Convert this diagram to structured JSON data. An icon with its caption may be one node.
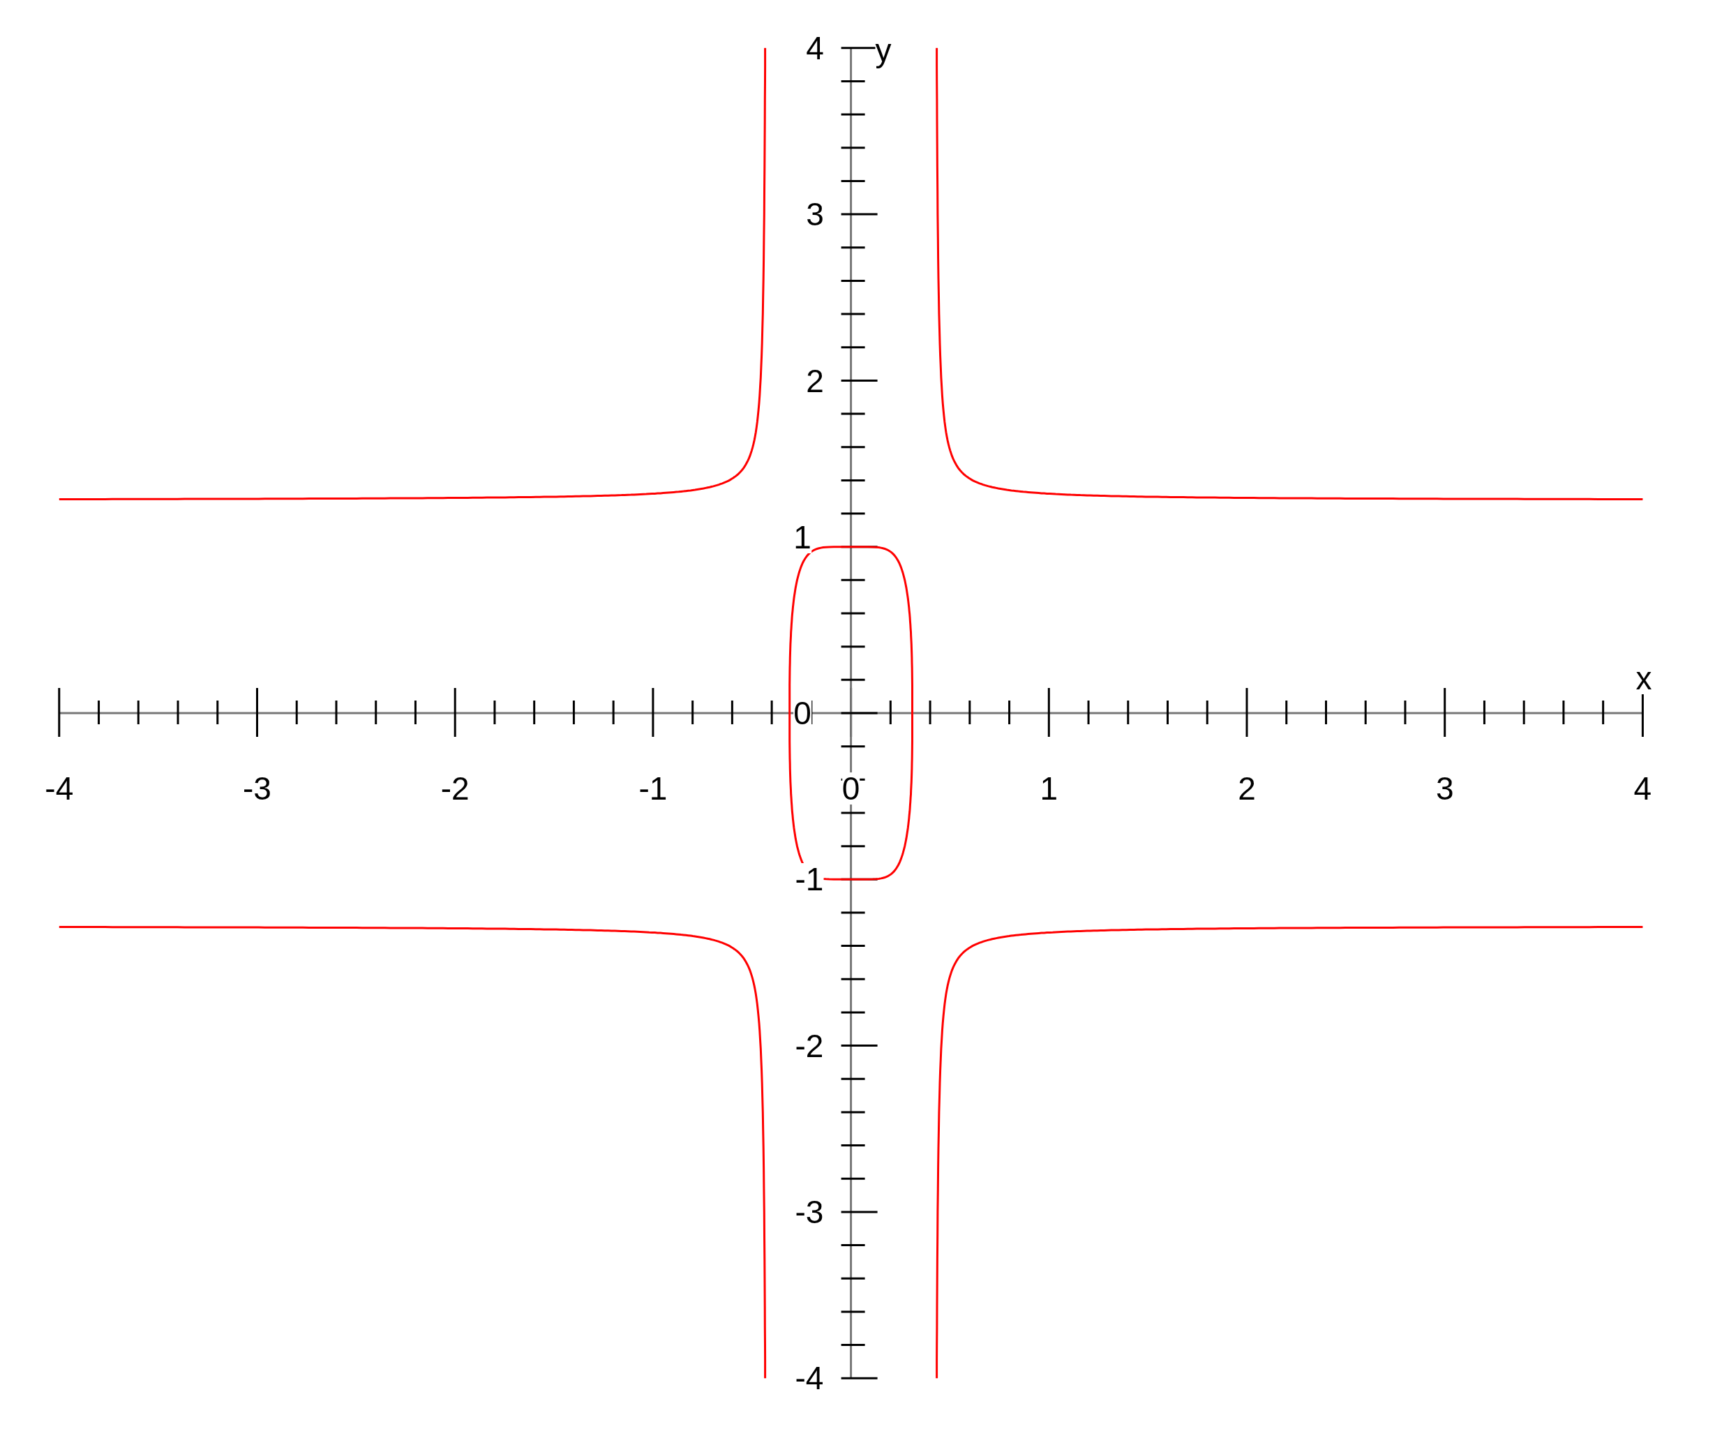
{
  "diagram": {
    "labels": [
      "4",
      "y",
      "3",
      "2",
      "1",
      "x",
      "0",
      "-4",
      "-3",
      "-2",
      "-1",
      "0",
      "1",
      "2",
      "3",
      "4",
      "-1",
      "-2",
      "-3",
      "-4"
    ]
  }
}
